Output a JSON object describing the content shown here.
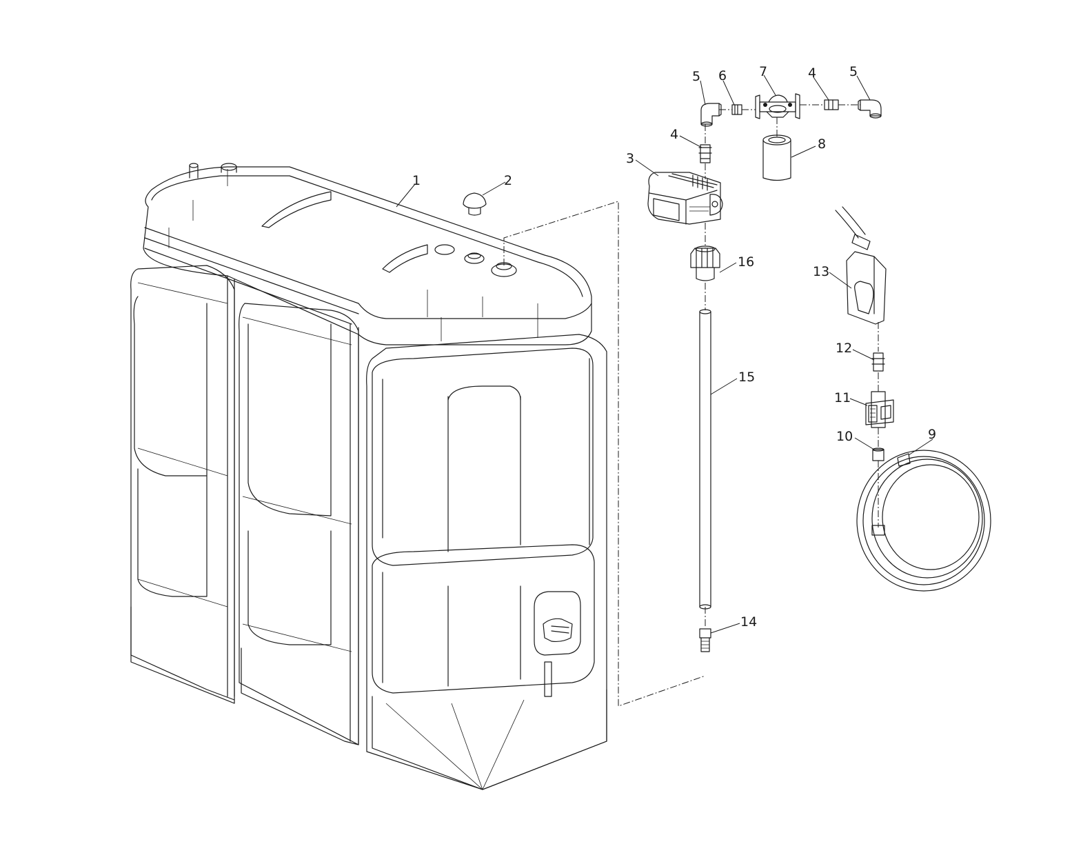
{
  "callouts": {
    "c1": "1",
    "c2": "2",
    "c3": "3",
    "c4a": "4",
    "c4b": "4",
    "c5a": "5",
    "c5b": "5",
    "c6": "6",
    "c7": "7",
    "c8": "8",
    "c9": "9",
    "c10": "10",
    "c11": "11",
    "c12": "12",
    "c13": "13",
    "c14": "14",
    "c15": "15",
    "c16": "16"
  }
}
